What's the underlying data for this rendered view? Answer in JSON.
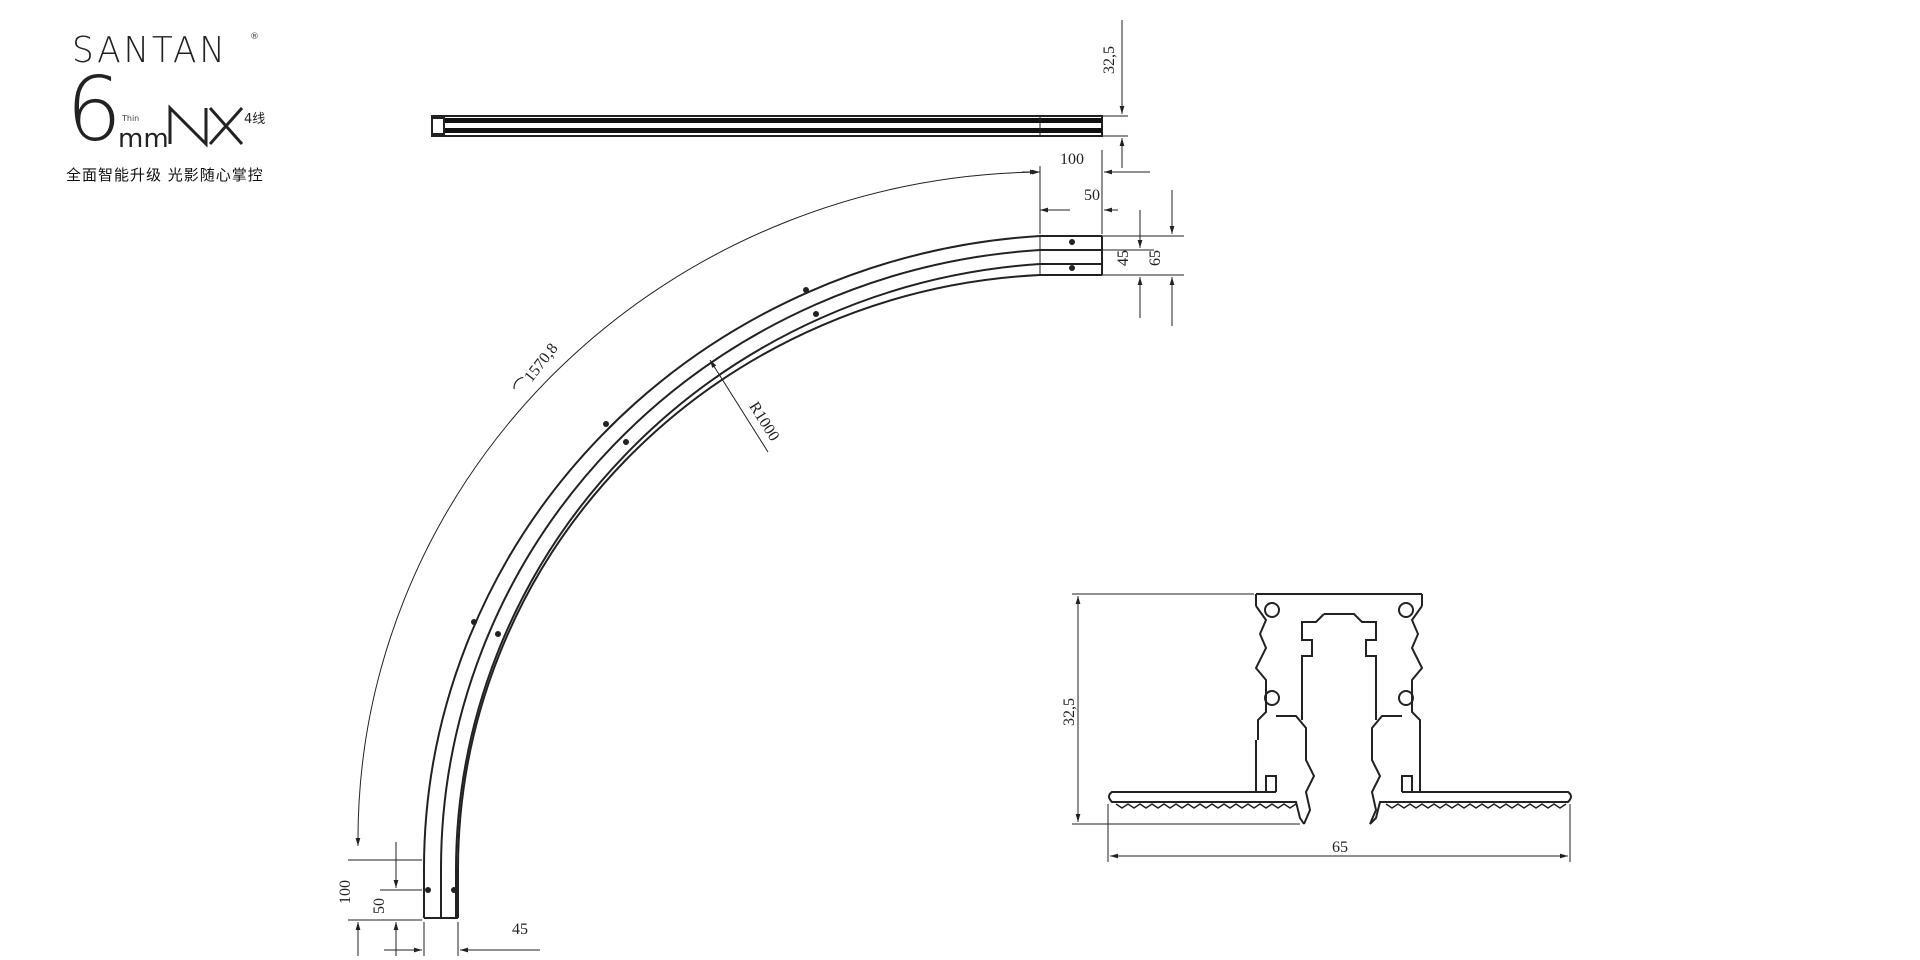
{
  "logo": {
    "brand": "SANTAN",
    "registered": "®",
    "size_number": "6",
    "thin_label": "Thin",
    "unit": "mm",
    "series_mark": "NX",
    "lines_label": "4线",
    "slogan": "全面智能升级 光影随心掌控"
  },
  "dimensions": {
    "top_height": "32,5",
    "straight_100": "100",
    "straight_50": "50",
    "width_45_right": "45",
    "width_65_right": "65",
    "arc_length": "⌒1570,8",
    "radius": "R1000",
    "bottom_100": "100",
    "bottom_50": "50",
    "bottom_45": "45",
    "section_height": "32,5",
    "section_width": "65"
  },
  "colors": {
    "line": "#222222",
    "background": "#ffffff"
  }
}
